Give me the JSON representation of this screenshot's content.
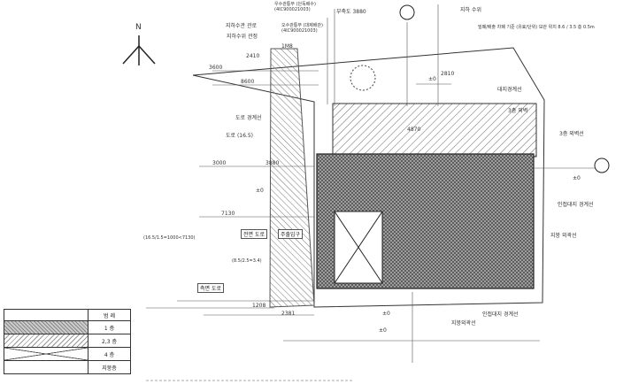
{
  "north_arrow_label": "N",
  "labels": {
    "area_1": "지하수관 관로",
    "area_2": "지하수위 관정",
    "setback_1": "1M8",
    "title_a": "우수관통부 (단독배수) (4IC900021003)",
    "title_b": "오수관통부 (대제배관) (4IC900021003)",
    "bldg_line": "부축도 3880",
    "survey_pt": "지하 수위",
    "dist_1": "3600",
    "dist_2": "8600",
    "dist_3": "2410",
    "dist_4": "2810",
    "dist_5": "4870",
    "dist_6": "3000",
    "dist_7": "3880",
    "dist_8": "7130",
    "dist_9": "1208",
    "dist_10": "2381",
    "pm0_a": "±0",
    "pm0_b": "±0",
    "pm0_c": "±0",
    "pm0_d": "±0",
    "pm0_e": "±0",
    "notes_top_right": "밀폐/배출 차폐 기준 (유효/단위) 보관 위치 8.6 / 3.5 층 0.5m",
    "note_r1": "대지경계선",
    "note_r2": "3층 외벽",
    "note_r3": "3층 외벽선",
    "note_r4": "인접대지 경계선",
    "note_r5": "지붕 외곽선",
    "note_r6": "인접대지 경계선",
    "note_r7": "지붕외곽선",
    "road_1": "도로 경계선",
    "road_2": "도로 (16.5)",
    "entrance": "주출입구",
    "road_label_a": "전면 도로",
    "road_label_b": "측면 도로",
    "road_calc": "(16.5/1.5=1000<7130)",
    "side_calc": "(8.5/2.5=3.4)"
  },
  "legend": {
    "header": "범  례",
    "rows": [
      "1 층",
      "2,3 층",
      "4 층",
      "지붕층"
    ]
  }
}
